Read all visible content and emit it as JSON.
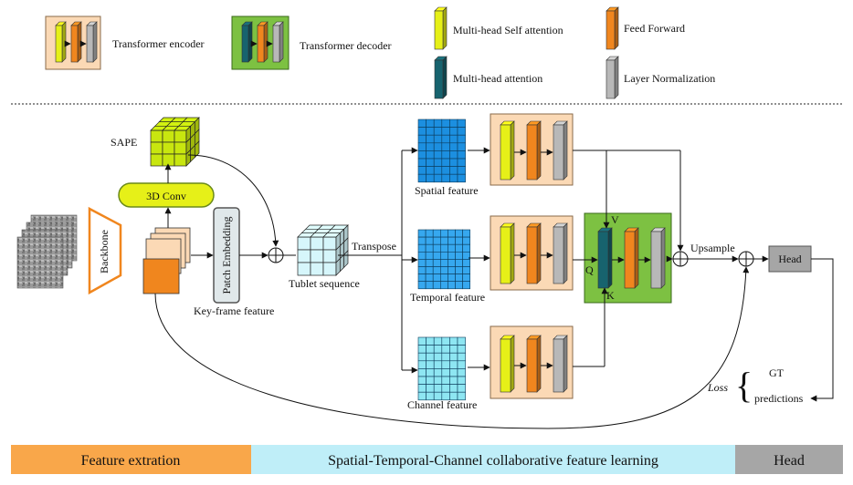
{
  "legend": {
    "encoder": "Transformer encoder",
    "decoder": "Transformer decoder",
    "self_attention": "Multi-head Self attention",
    "feed_forward": "Feed Forward",
    "multi_head_attention": "Multi-head attention",
    "layer_norm": "Layer Normalization"
  },
  "nodes": {
    "sape": "SAPE",
    "conv3d": "3D Conv",
    "backbone": "Backbone",
    "patch_embedding": "Patch Embedding",
    "key_frame": "Key-frame feature",
    "tublet": "Tublet sequence",
    "transpose": "Transpose",
    "spatial": "Spatial feature",
    "temporal": "Temporal feature",
    "channel": "Channel feature",
    "v": "V",
    "q": "Q",
    "k": "K",
    "upsample": "Upsample",
    "head": "Head",
    "loss": "Loss",
    "gt": "GT",
    "predictions": "predictions"
  },
  "bands": {
    "feature": "Feature extration",
    "collab": "Spatial-Temporal-Channel collaborative feature learning",
    "head": "Head"
  },
  "colors": {
    "encoder_bg": "#fbd9b5",
    "decoder_bg": "#7dc142",
    "self_attn": "#e6f018",
    "feed_forward": "#f0861e",
    "multi_attn": "#17636e",
    "layer_norm": "#b8b8b8",
    "spatial_grid": "#1c8fe0",
    "temporal_grid": "#36a8ef",
    "channel_grid": "#8ee6f2",
    "tublet_grid": "#d6f6fb",
    "sape_cube": "#c8e60f",
    "band_feature": "#f9a74a",
    "band_collab": "#bfeef8",
    "band_head": "#a6a6a6"
  }
}
